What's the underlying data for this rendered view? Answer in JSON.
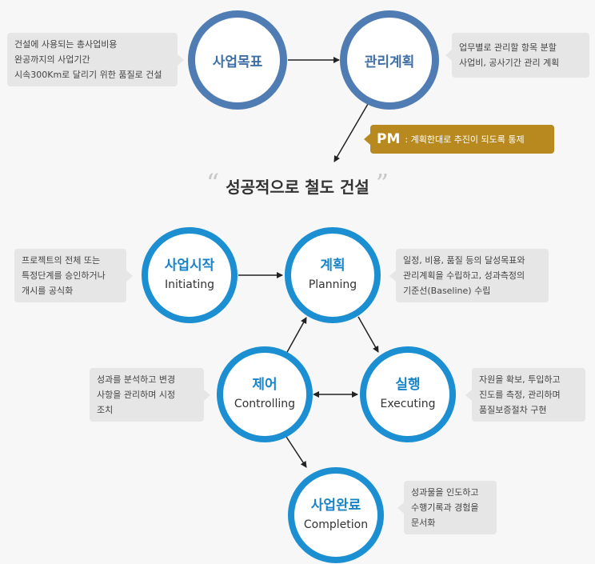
{
  "top": {
    "goal": {
      "label": "사업목표",
      "desc": [
        "건설에 사용되는 총사업비용",
        "완공까지의 사업기간",
        "시속300Km로 달리기 위한 품질로 건설"
      ]
    },
    "plan": {
      "label": "관리계획",
      "desc": [
        "업무별로 관리할 항목 분할",
        "사업비, 공사기간 관리 계획"
      ]
    },
    "pm": {
      "label": "PM",
      "text": ": 계획한대로 추진이 되도록 통제"
    }
  },
  "headline": {
    "open_quote": "“",
    "text": "성공적으로 철도 건설",
    "close_quote": "”"
  },
  "process": {
    "initiating": {
      "ko": "사업시작",
      "en": "Initiating",
      "desc": [
        "프로젝트의 전체 또는",
        "특정단계를 승인하거나",
        "개시를 공식화"
      ]
    },
    "planning": {
      "ko": "계획",
      "en": "Planning",
      "desc": [
        "일정, 비용, 품질 등의 달성목표와",
        "관리계획을 수립하고, 성과측정의",
        "기준선(Baseline) 수립"
      ]
    },
    "controlling": {
      "ko": "제어",
      "en": "Controlling",
      "desc": [
        "성과를 분석하고 변경",
        "사항을 관리하며 시정",
        "조치"
      ]
    },
    "executing": {
      "ko": "실행",
      "en": "Executing",
      "desc": [
        "자원을 확보, 투입하고",
        "진도를 측정, 관리하며",
        "품질보증절차 구현"
      ]
    },
    "completion": {
      "ko": "사업완료",
      "en": "Completion",
      "desc": [
        "성과물을 인도하고",
        "수행기록과 경험을",
        "문서화"
      ]
    }
  },
  "colors": {
    "top_ring": "#4f7db3",
    "process_ring": "#1b8fd2",
    "pm_box": "#b8891f",
    "callout": "#e6e6e6"
  }
}
